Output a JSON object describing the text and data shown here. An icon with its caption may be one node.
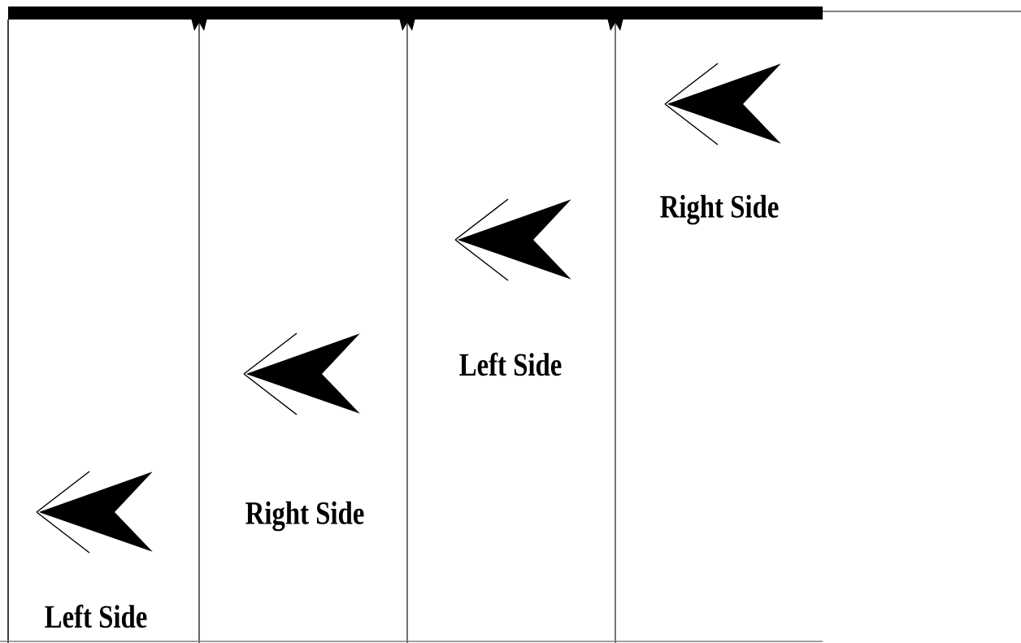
{
  "diagram": {
    "labels": [
      "Left Side",
      "Right Side",
      "Left Side",
      "Right Side"
    ]
  }
}
